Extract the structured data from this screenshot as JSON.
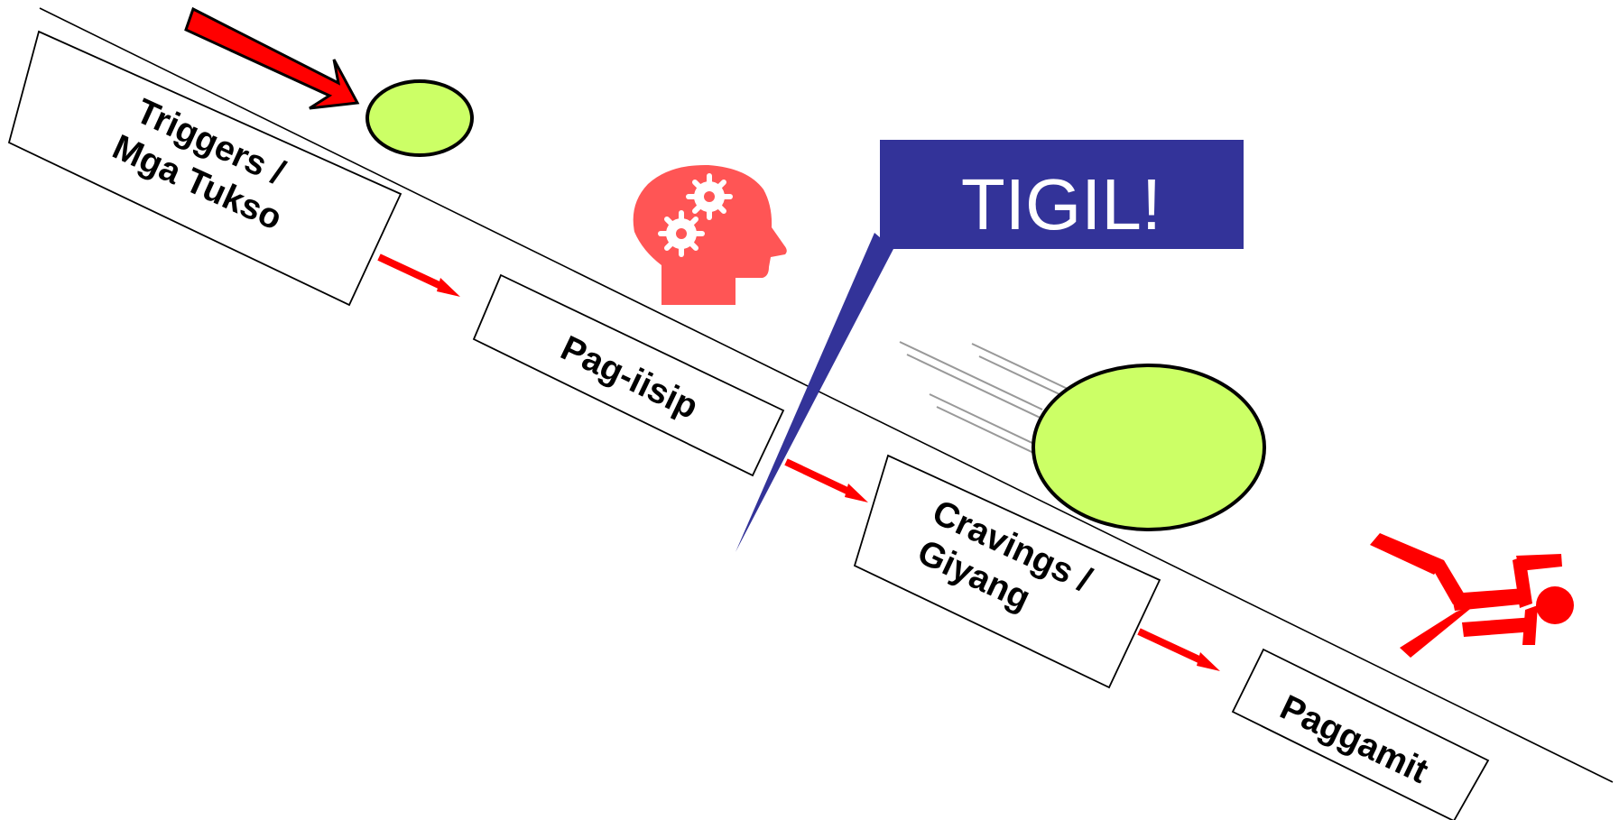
{
  "steps": [
    {
      "id": "triggers",
      "line1": "Triggers /",
      "line2": "Mga Tukso"
    },
    {
      "id": "thinking",
      "line1": "Pag-iisip"
    },
    {
      "id": "cravings",
      "line1": "Cravings /",
      "line2": "Giyang"
    },
    {
      "id": "using",
      "line1": "Paggamit"
    }
  ],
  "callout": {
    "text": "TIGIL!"
  },
  "colors": {
    "ball": "#ccff66",
    "arrow": "#ff0000",
    "callout_bg": "#333399",
    "icon": "#ff5555",
    "line": "#000000"
  },
  "icons": [
    "push-arrow-icon",
    "head-gears-icon",
    "falling-person-icon",
    "motion-lines-icon"
  ]
}
